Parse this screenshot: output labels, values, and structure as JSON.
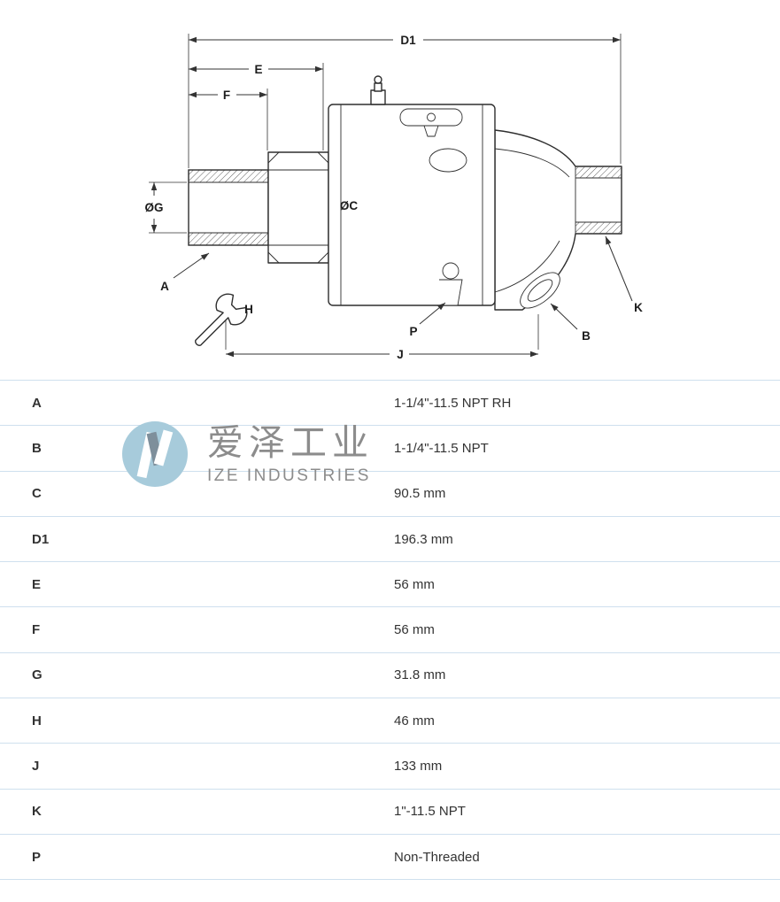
{
  "diagram": {
    "labels": {
      "d1": "D1",
      "e": "E",
      "f": "F",
      "g": "ØG",
      "c": "ØC",
      "a": "A",
      "h": "H",
      "p": "P",
      "j": "J",
      "b": "B",
      "k": "K"
    }
  },
  "watermark": {
    "cn": "爱泽工业",
    "en": "IZE INDUSTRIES"
  },
  "spec_table": {
    "rows": [
      {
        "label": "A",
        "value": "1-1/4\"-11.5 NPT RH"
      },
      {
        "label": "B",
        "value": "1-1/4\"-11.5 NPT"
      },
      {
        "label": "C",
        "value": "90.5 mm"
      },
      {
        "label": "D1",
        "value": "196.3 mm"
      },
      {
        "label": "E",
        "value": "56 mm"
      },
      {
        "label": "F",
        "value": "56 mm"
      },
      {
        "label": "G",
        "value": "31.8 mm"
      },
      {
        "label": "H",
        "value": "46 mm"
      },
      {
        "label": "J",
        "value": "133 mm"
      },
      {
        "label": "K",
        "value": "1\"-11.5 NPT"
      },
      {
        "label": "P",
        "value": "Non-Threaded"
      }
    ]
  },
  "colors": {
    "row_border": "#cfe0ee",
    "text": "#333333",
    "watermark_text": "#8c8c8c",
    "logo_blue": "#a7cbdb"
  }
}
